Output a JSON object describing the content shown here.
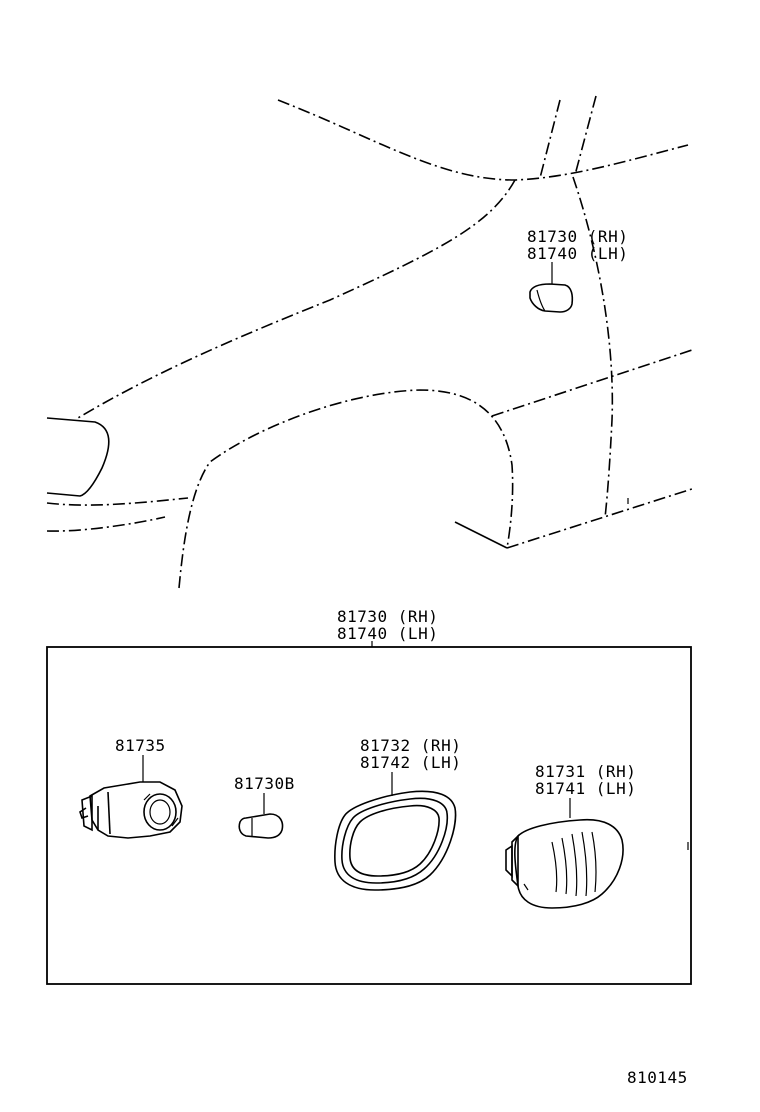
{
  "car_callout": {
    "line1": "81730 (RH)",
    "line2": "81740 (LH)"
  },
  "assembly_callout": {
    "line1": "81730 (RH)",
    "line2": "81740 (LH)"
  },
  "parts": [
    {
      "lines": [
        "81735"
      ]
    },
    {
      "lines": [
        "81730B"
      ]
    },
    {
      "lines": [
        "81732 (RH)",
        "81742 (LH)"
      ]
    },
    {
      "lines": [
        "81731 (RH)",
        "81741 (LH)"
      ]
    }
  ],
  "figure_number": "810145"
}
